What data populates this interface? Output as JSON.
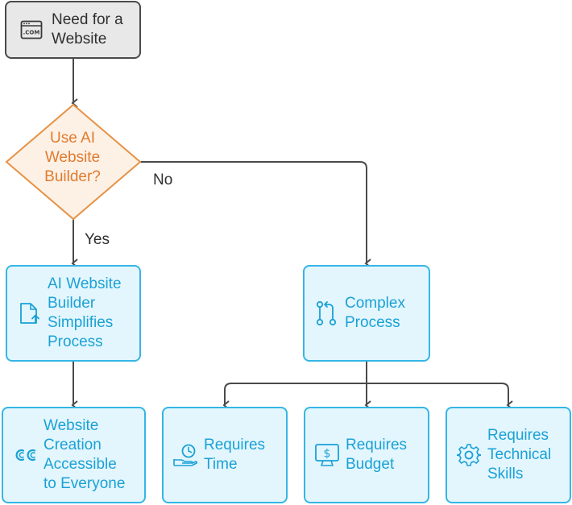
{
  "diagram": {
    "start": {
      "label": "Need for a\nWebsite",
      "icon": "web-domain-icon"
    },
    "decision": {
      "label": "Use AI\nWebsite\nBuilder?"
    },
    "edges": {
      "no": "No",
      "yes": "Yes"
    },
    "ai_builder": {
      "label": "AI Website\nBuilder\nSimplifies\nProcess",
      "icon": "file-upload-icon"
    },
    "complex": {
      "label": "Complex\nProcess",
      "icon": "git-compare-icon"
    },
    "accessible": {
      "label": "Website\nCreation\nAccessible\nto Everyone",
      "icon": "cc-icon"
    },
    "time": {
      "label": "Requires\nTime",
      "icon": "time-hand-icon"
    },
    "budget": {
      "label": "Requires\nBudget",
      "icon": "dollar-monitor-icon"
    },
    "skills": {
      "label": "Requires\nTechnical\nSkills",
      "icon": "gear-icon"
    }
  },
  "colors": {
    "start_fill": "#e8e8e8",
    "start_stroke": "#4a4a4a",
    "decision_fill": "#fdf1e6",
    "decision_stroke": "#e59245",
    "node_fill": "#e3f6fd",
    "node_stroke": "#35b6e5",
    "edge": "#4a4a4a"
  }
}
